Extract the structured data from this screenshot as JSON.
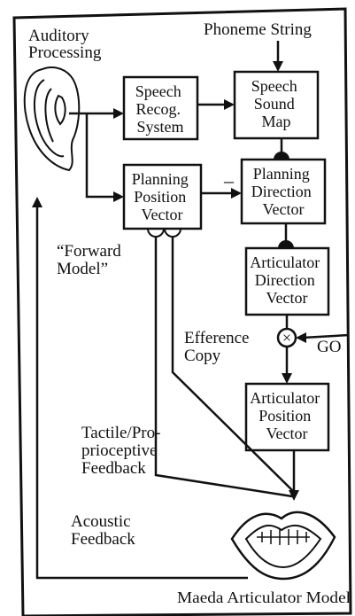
{
  "labels": {
    "auditory_processing": [
      "Auditory",
      "Processing"
    ],
    "phoneme_string": "Phoneme String",
    "forward_model": [
      "“Forward",
      "Model”"
    ],
    "efference_copy": [
      "Efference",
      "Copy"
    ],
    "go": "GO",
    "tactile_feedback": [
      "Tactile/Pro-",
      "prioceptive",
      "Feedback"
    ],
    "acoustic_feedback": [
      "Acoustic",
      "Feedback"
    ],
    "maeda_model": "Maeda Articulator Model",
    "minus_sign": "–",
    "multiply_symbol": "×"
  },
  "boxes": {
    "speech_recognition": [
      "Speech",
      "Recog.",
      "System"
    ],
    "speech_sound_map": [
      "Speech",
      "Sound",
      "Map"
    ],
    "planning_position": [
      "Planning",
      "Position",
      "Vector"
    ],
    "planning_direction": [
      "Planning",
      "Direction",
      "Vector"
    ],
    "articulator_direction": [
      "Articulator",
      "Direction",
      "Vector"
    ],
    "articulator_position": [
      "Articulator",
      "Position",
      "Vector"
    ]
  }
}
